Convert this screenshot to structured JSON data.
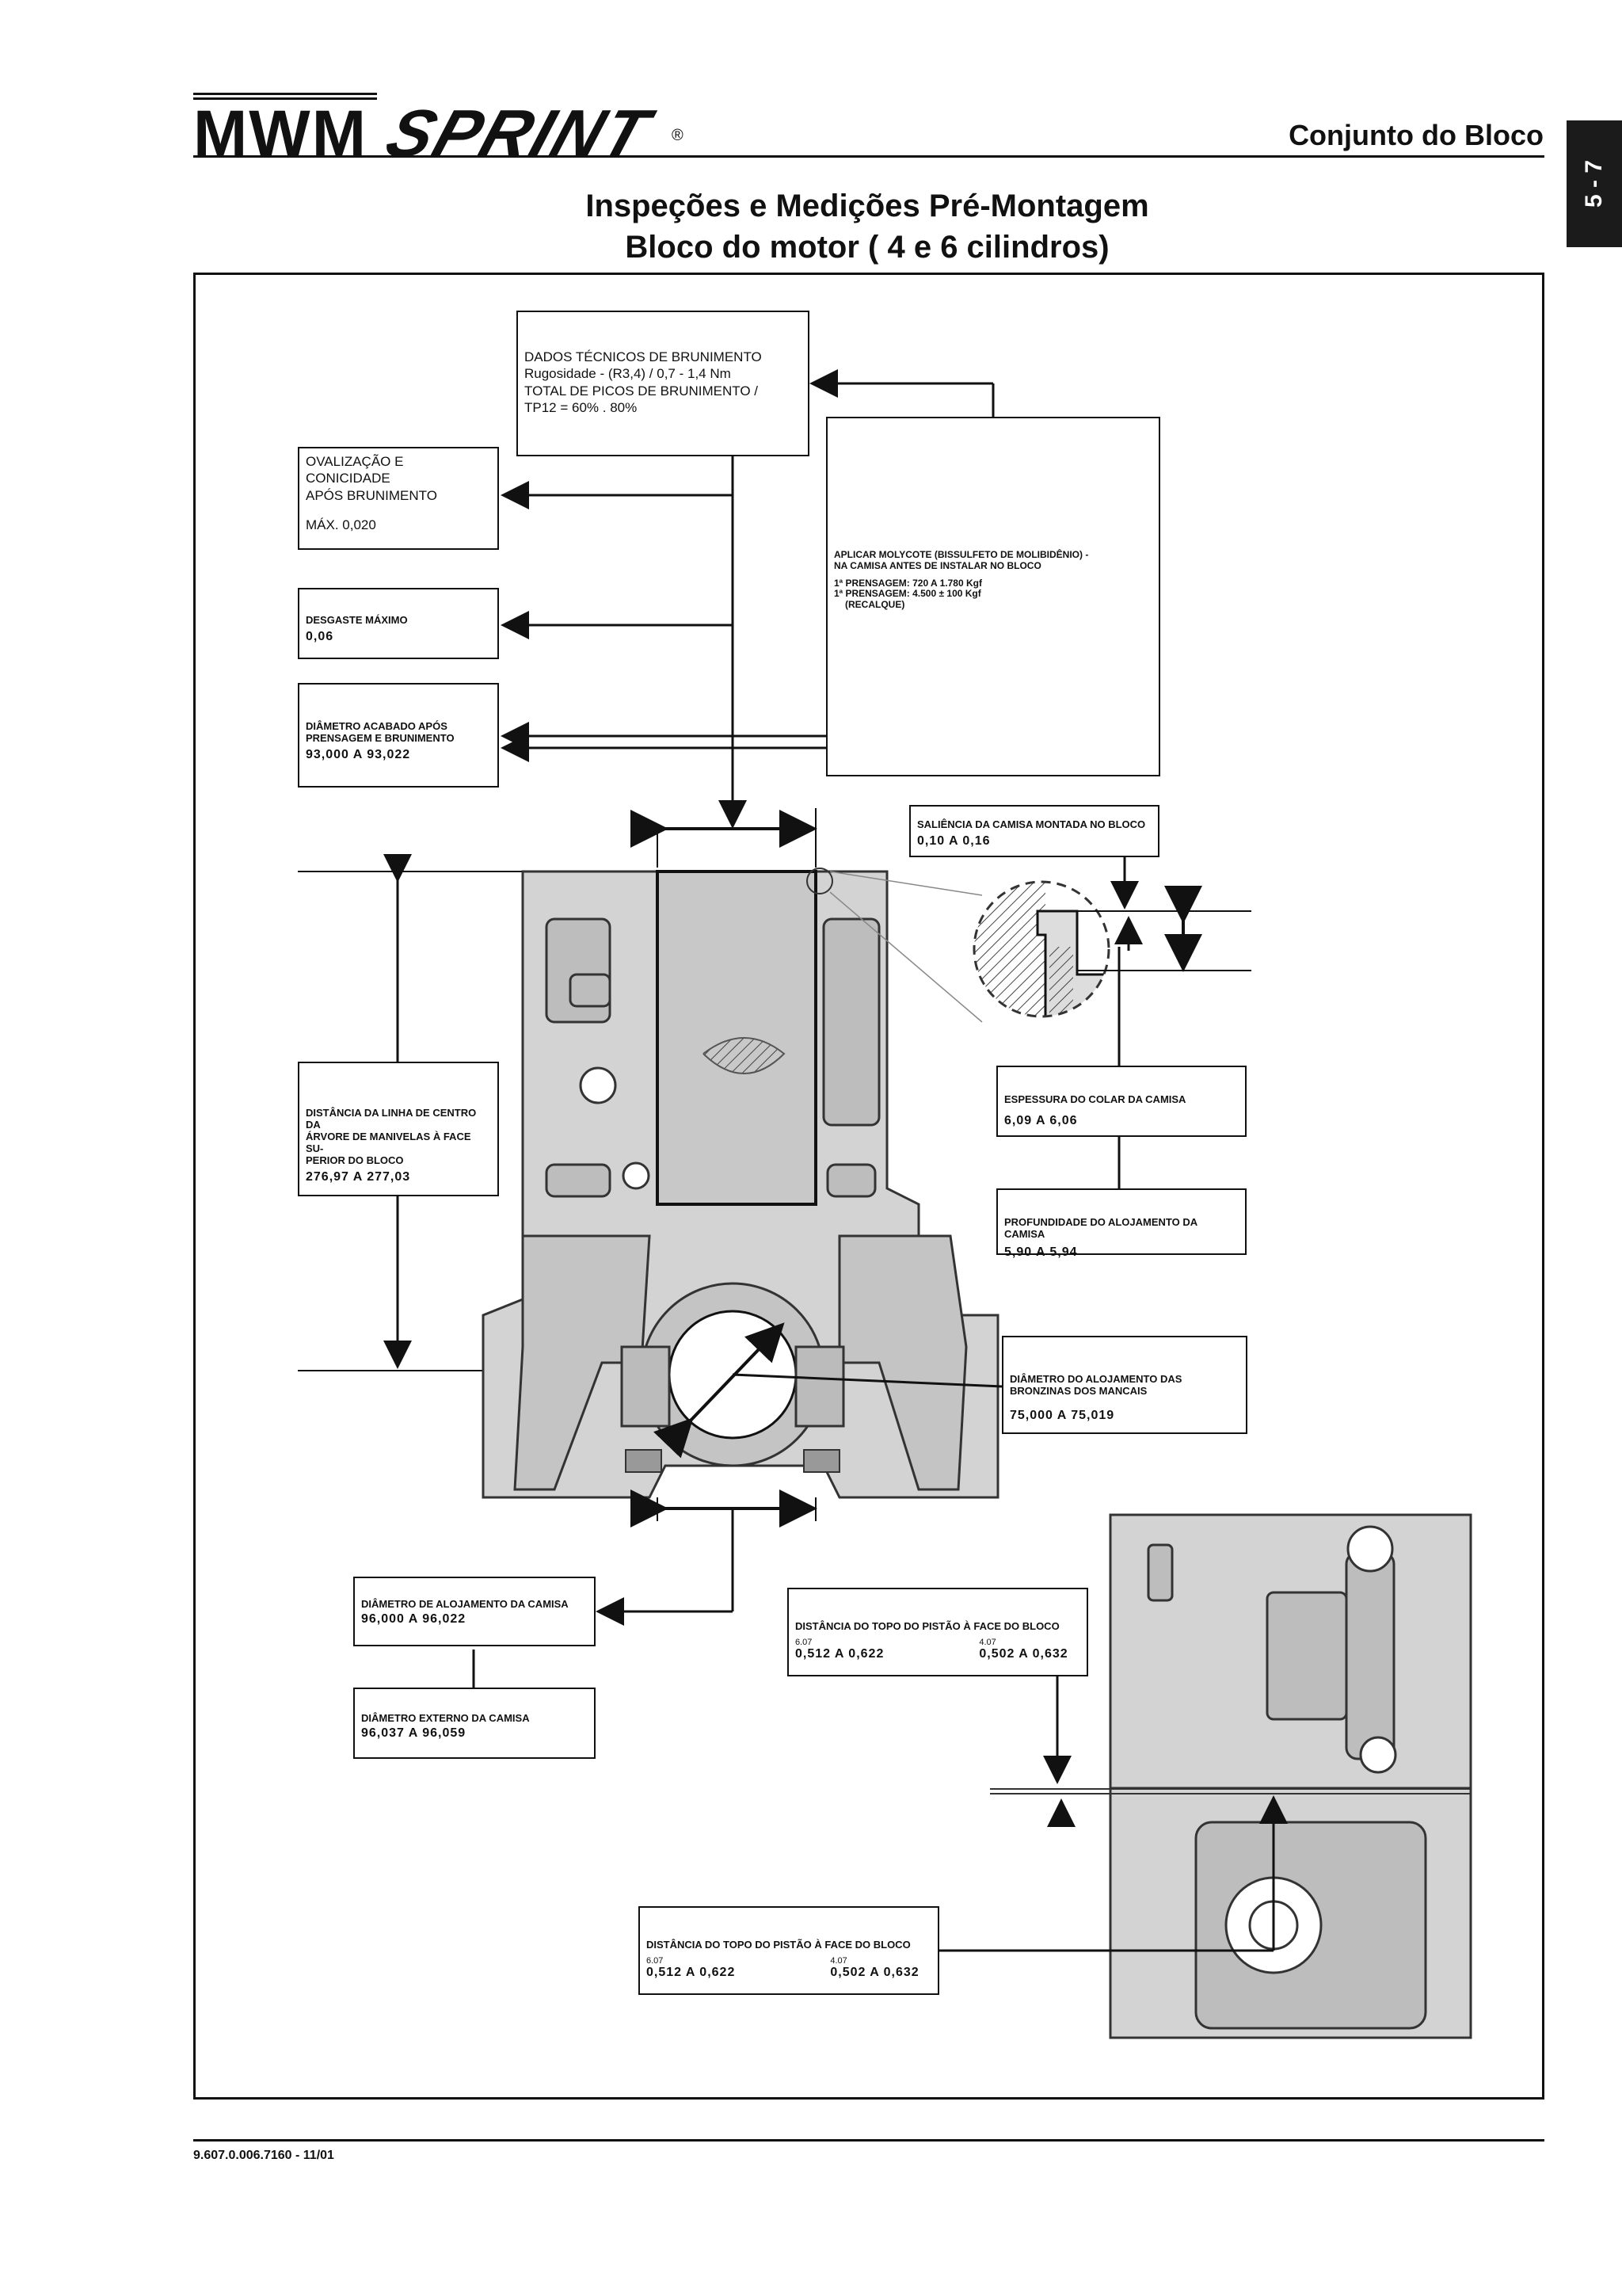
{
  "header": {
    "logo_mwm": "MWM",
    "logo_sprint": "SPRINT",
    "logo_reg": "®",
    "section": "Conjunto do Bloco",
    "page_tab": "5 - 7"
  },
  "title": {
    "line1": "Inspeções e Medições Pré-Montagem",
    "line2": "Bloco do motor ( 4 e 6 cilindros)"
  },
  "boxes": {
    "honing": {
      "text": "DADOS TÉCNICOS DE BRUNIMENTO\nRugosidade - (R3,4) / 0,7 - 1,4 Nm\nTOTAL DE PICOS DE BRUNIMENTO /\nTP12 = 60% . 80%"
    },
    "ovality": {
      "text": "OVALIZAÇÃO E CONICIDADE\nAPÓS BRUNIMENTO",
      "value": "MÁX. 0,020"
    },
    "wear": {
      "label": "DESGASTE MÁXIMO",
      "value": "0,06"
    },
    "finished_diameter": {
      "label": "DIÂMETRO ACABADO APÓS\nPRENSAGEM E BRUNIMENTO",
      "value": "93,000  A  93,022"
    },
    "molycote": {
      "text": "APLICAR MOLYCOTE (BISSULFETO DE MOLIBIDÊNIO) -\nNA CAMISA ANTES DE INSTALAR NO BLOCO",
      "press1": "1ª PRENSAGEM:   720  A  1.780  Kgf",
      "press2": "1ª PRENSAGEM:   4.500  ±  100  Kgf",
      "press2_note": "(RECALQUE)"
    },
    "liner_protrusion": {
      "label": "SALIÊNCIA DA CAMISA MONTADA NO BLOCO",
      "value": "0,10  A  0,16"
    },
    "crank_distance": {
      "label": "DISTÂNCIA DA LINHA DE CENTRO DA\nÁRVORE DE MANIVELAS À FACE SU-\nPERIOR DO BLOCO",
      "value": "276,97  A  277,03"
    },
    "collar_thickness": {
      "label": "ESPESSURA DO COLAR DA CAMISA",
      "value": "6,09  A  6,06"
    },
    "housing_depth": {
      "label": "PROFUNDIDADE DO ALOJAMENTO DA CAMISA",
      "value": "5,90  A  5,94"
    },
    "bearing_housing": {
      "label": "DIÂMETRO DO ALOJAMENTO DAS\nBRONZINAS DOS MANCAIS",
      "value": "75,000  A  75,019"
    },
    "liner_housing_diameter": {
      "label": "DIÂMETRO DE ALOJAMENTO DA CAMISA",
      "value": "96,000  A  96,022"
    },
    "liner_external_diameter": {
      "label": "DIÂMETRO EXTERNO DA CAMISA",
      "value": "96,037 A 96,059"
    },
    "piston_top_1": {
      "label": "DISTÂNCIA DO TOPO DO PISTÃO À FACE DO BLOCO",
      "col1_model": "6.07",
      "col1_value": "0,512  A  0,622",
      "col2_model": "4.07",
      "col2_value": "0,502  A  0,632"
    },
    "piston_top_2": {
      "label": "DISTÂNCIA DO TOPO DO PISTÃO À FACE DO BLOCO",
      "col1_model": "6.07",
      "col1_value": "0,512  A  0,622",
      "col2_model": "4.07",
      "col2_value": "0,502  A  0,632"
    }
  },
  "footer": {
    "code": "9.607.0.006.7160  -  11/01"
  }
}
